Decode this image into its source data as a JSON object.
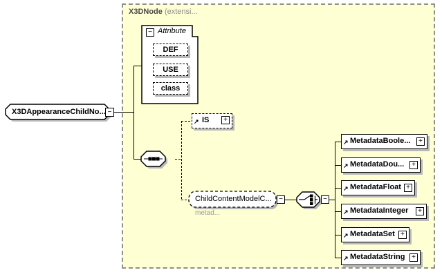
{
  "diagram": {
    "root": {
      "label": "X3DAppearanceChildNo..."
    },
    "container": {
      "title": "X3DNode",
      "subtitle": "(extensi..."
    },
    "attributes": {
      "header": "Attribute",
      "items": [
        "DEF",
        "USE",
        "class"
      ]
    },
    "is_element": {
      "label": "IS"
    },
    "group_ref": {
      "label": "ChildContentModelC...",
      "annotation": "metad..."
    },
    "metadata_nodes": [
      {
        "label": "MetadataBoole..."
      },
      {
        "label": "MetadataDou..."
      },
      {
        "label": "MetadataFloat"
      },
      {
        "label": "MetadataInteger"
      },
      {
        "label": "MetadataSet"
      },
      {
        "label": "MetadataString"
      }
    ],
    "glyphs": {
      "collapse": "−",
      "expand": "+",
      "reference": "↗"
    },
    "colors": {
      "container_bg": "#FFFFD4",
      "shadow": "#b8b8b8",
      "line": "#000000",
      "border_gray": "#8f8f8f"
    }
  }
}
